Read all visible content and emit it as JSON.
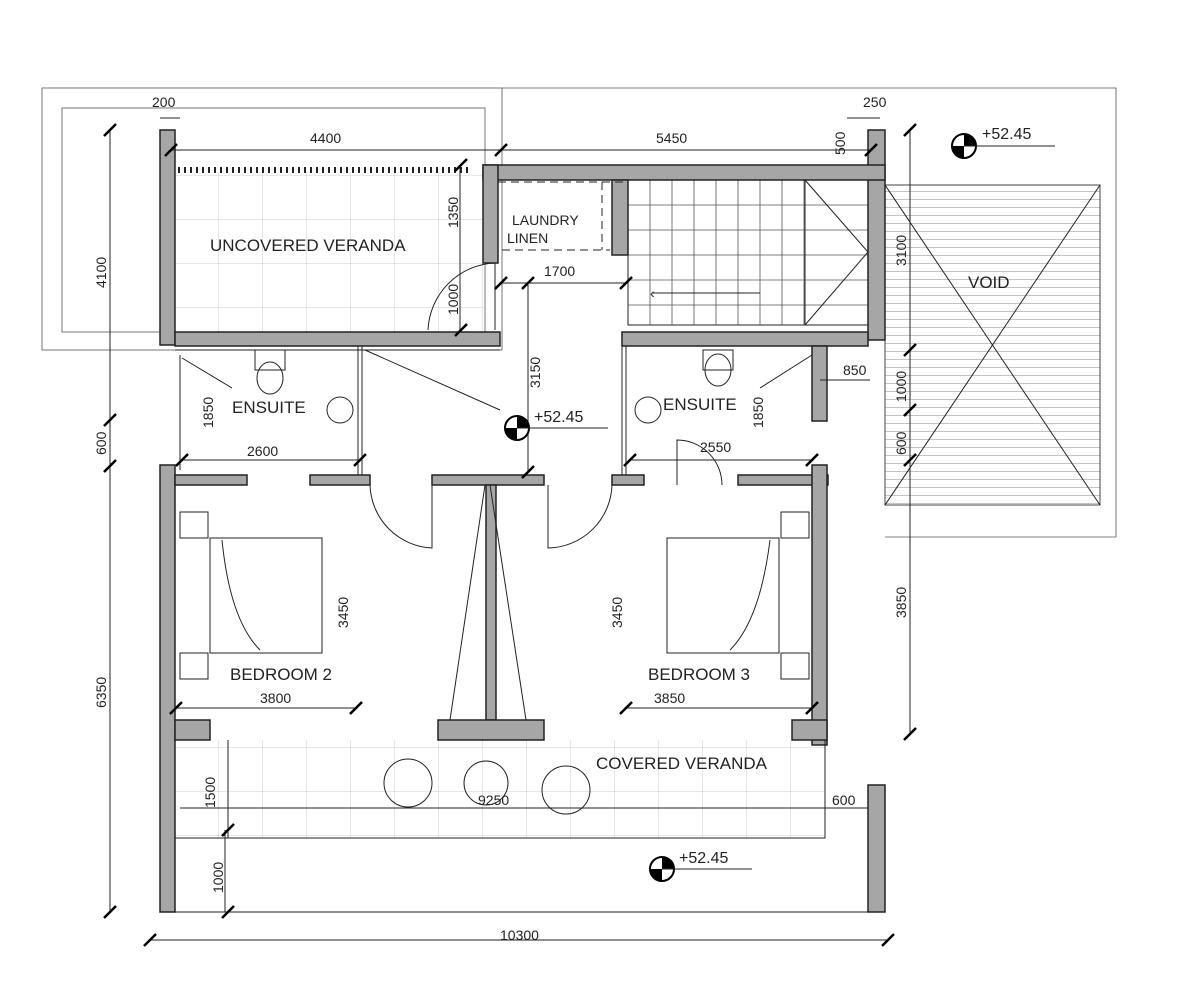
{
  "rooms": {
    "uncovered_veranda": "UNCOVERED VERANDA",
    "laundry": "LAUNDRY",
    "linen": "LINEN",
    "ensuite_left": "ENSUITE",
    "ensuite_right": "ENSUITE",
    "void": "VOID",
    "bedroom2": "BEDROOM 2",
    "bedroom3": "BEDROOM 3",
    "covered_veranda": "COVERED VERANDA"
  },
  "levels": {
    "top_right": "+52.45",
    "hall": "+52.45",
    "bottom": "+52.45"
  },
  "dimensions": {
    "d200": "200",
    "d4400": "4400",
    "d5450": "5450",
    "d250": "250",
    "d500": "500",
    "d1350": "1350",
    "d1700": "1700",
    "d1000_door": "1000",
    "d3150": "3150",
    "d4100": "4100",
    "d600_left": "600",
    "d6350": "6350",
    "d1850_left": "1850",
    "d2600": "2600",
    "d1850_right": "1850",
    "d2550": "2550",
    "d850": "850",
    "d3100": "3100",
    "d1000_right": "1000",
    "d600_right": "600",
    "d3850_right": "3850",
    "d3450_left": "3450",
    "d3450_right": "3450",
    "d3800": "3800",
    "d3850": "3850",
    "d1500": "1500",
    "d9250": "9250",
    "d600_bottom": "600",
    "d1000_bottom": "1000",
    "d10300": "10300"
  }
}
